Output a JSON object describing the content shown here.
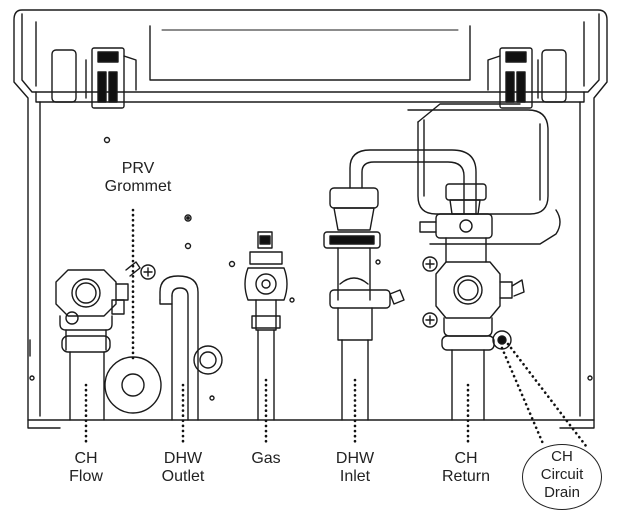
{
  "labels": {
    "prv": [
      "PRV",
      "Grommet"
    ],
    "ch_flow": [
      "CH",
      "Flow"
    ],
    "dhw_outlet": [
      "DHW",
      "Outlet"
    ],
    "gas": [
      "Gas"
    ],
    "dhw_inlet": [
      "DHW",
      "Inlet"
    ],
    "ch_return": [
      "CH",
      "Return"
    ],
    "ch_circuit_drain": [
      "CH",
      "Circuit",
      "Drain"
    ]
  }
}
